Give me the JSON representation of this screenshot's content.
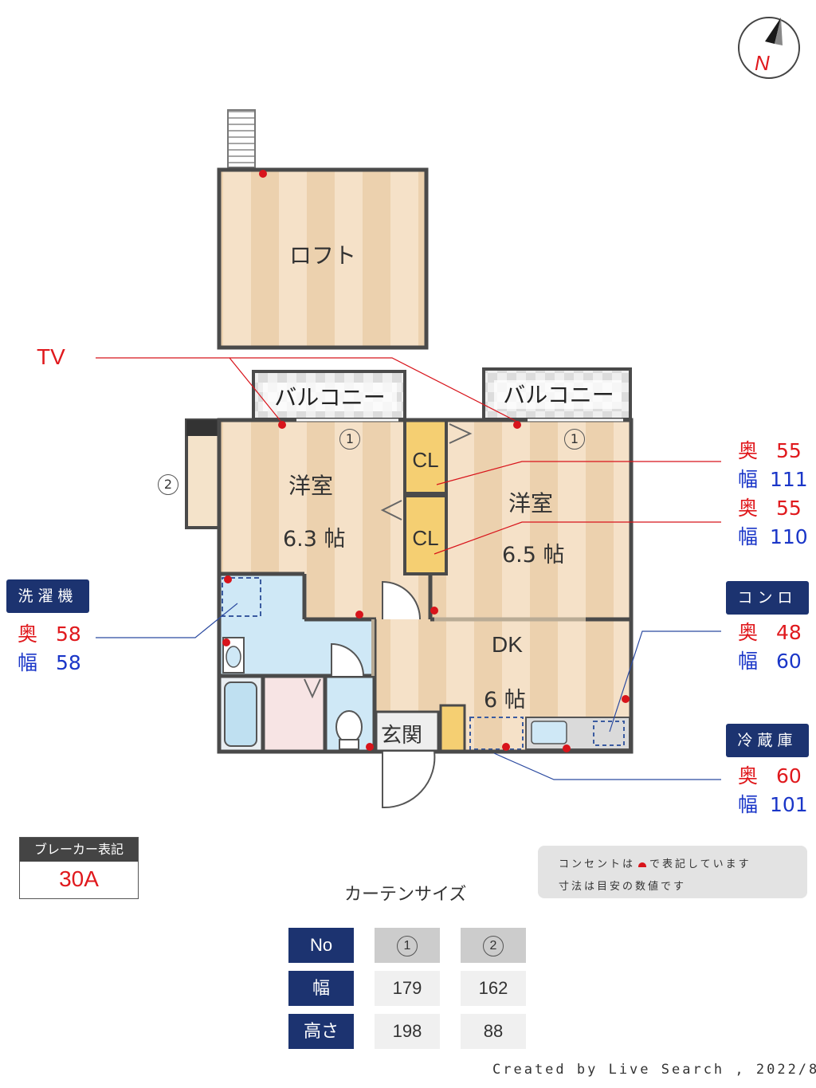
{
  "compass": {
    "label": "N"
  },
  "rooms": {
    "loft": "ロフト",
    "balcony_left": "バルコニー",
    "balcony_right": "バルコニー",
    "western_left": "洋室",
    "western_left_size": "6.3 帖",
    "western_right": "洋室",
    "western_right_size": "6.5 帖",
    "closet_1": "CL",
    "closet_2": "CL",
    "dk": "DK",
    "dk_size": "6 帖",
    "entrance": "玄関"
  },
  "markers": {
    "one_a": "1",
    "one_b": "1",
    "two": "2"
  },
  "tv_label": "TV",
  "right_dims": [
    {
      "depth_label": "奥",
      "depth": "55",
      "width_label": "幅",
      "width": "111"
    },
    {
      "depth_label": "奥",
      "depth": "55",
      "width_label": "幅",
      "width": "110"
    }
  ],
  "washer": {
    "title": "洗濯機",
    "depth_label": "奥",
    "depth": "58",
    "width_label": "幅",
    "width": "58"
  },
  "stove": {
    "title": "コンロ",
    "depth_label": "奥",
    "depth": "48",
    "width_label": "幅",
    "width": "60"
  },
  "fridge": {
    "title": "冷蔵庫",
    "depth_label": "奥",
    "depth": "60",
    "width_label": "幅",
    "width": "101"
  },
  "breaker": {
    "title": "ブレーカー表記",
    "value": "30A"
  },
  "note": {
    "line1_a": "コンセントは",
    "line1_b": "で表記しています",
    "line2": "寸法は目安の数値です"
  },
  "curtain": {
    "title": "カーテンサイズ",
    "header": [
      "No",
      "1",
      "2"
    ],
    "rows": [
      {
        "label": "幅",
        "values": [
          "179",
          "162"
        ]
      },
      {
        "label": "高さ",
        "values": [
          "198",
          "88"
        ]
      }
    ]
  },
  "credit": "Created by Live Search , 2022/8",
  "colors": {
    "outlet": "#d8141b",
    "navy": "#1c3370",
    "depth_red": "#e0191d",
    "width_blue": "#1a36c8",
    "wall": "#4a4a4a",
    "floor": "#f2dcc0",
    "closet": "#f5cf72",
    "water": "#cde8f5"
  }
}
